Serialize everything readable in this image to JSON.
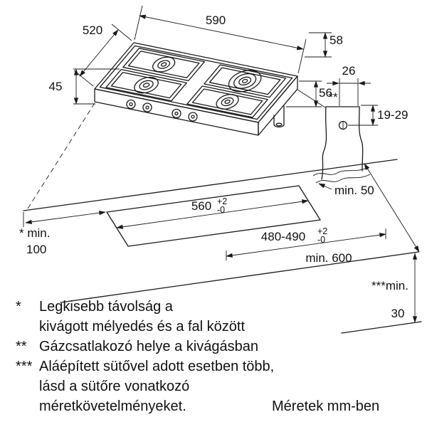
{
  "diagram": {
    "dims": {
      "top_width": "590",
      "top_depth": "520",
      "height_supports": "58",
      "height_left": "45",
      "height_body": "56",
      "gas_offset": "26",
      "gas_marker": "**",
      "gas_height_range": "19-29",
      "gas_min": "min. 50",
      "cutout_width": "560",
      "cutout_width_plus": "+2",
      "cutout_width_minus": "-0",
      "cutout_depth": "480-490",
      "cutout_depth_plus": "+2",
      "cutout_depth_minus": "-0",
      "counter_min_depth": "min. 600",
      "side_min_label": "* min.",
      "side_min_value": "100",
      "front_min_label": "***min.",
      "front_min_value": "30"
    },
    "footnotes": {
      "f1_marker": "*",
      "f1_line1": "Legkisebb távolság a",
      "f1_line2": "kivágott mélyedés és a fal között",
      "f2_marker": "**",
      "f2_line1": "Gázcsatlakozó helye a kivágásban",
      "f3_marker": "***",
      "f3_line1": "Aláépített sütővel adott esetben több,",
      "f3_line2": "lásd a sütőre vonatkozó",
      "f3_line3": "méretkövetelményeket."
    },
    "units_note": "Méretek mm-ben"
  }
}
